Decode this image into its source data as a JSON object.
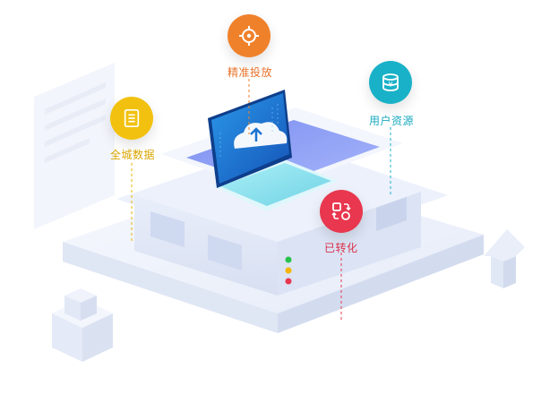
{
  "features": {
    "precise": {
      "label": "精准投放",
      "icon": "target-icon",
      "color": "#f0812b"
    },
    "user": {
      "label": "用户资源",
      "icon": "database-coin-icon",
      "color": "#19b1c8"
    },
    "city": {
      "label": "全城数据",
      "icon": "list-document-icon",
      "color": "#e6b400"
    },
    "convert": {
      "label": "已转化",
      "icon": "convert-arrows-icon",
      "color": "#e8374e"
    }
  },
  "colors": {
    "platform": "#eef2fb",
    "platform_side": "#dfe6f6",
    "screen": "#1c7fd8",
    "keyboard": "#8ee0ee",
    "led_green": "#27c24c",
    "led_yellow": "#f5b400",
    "led_red": "#e8374e"
  }
}
